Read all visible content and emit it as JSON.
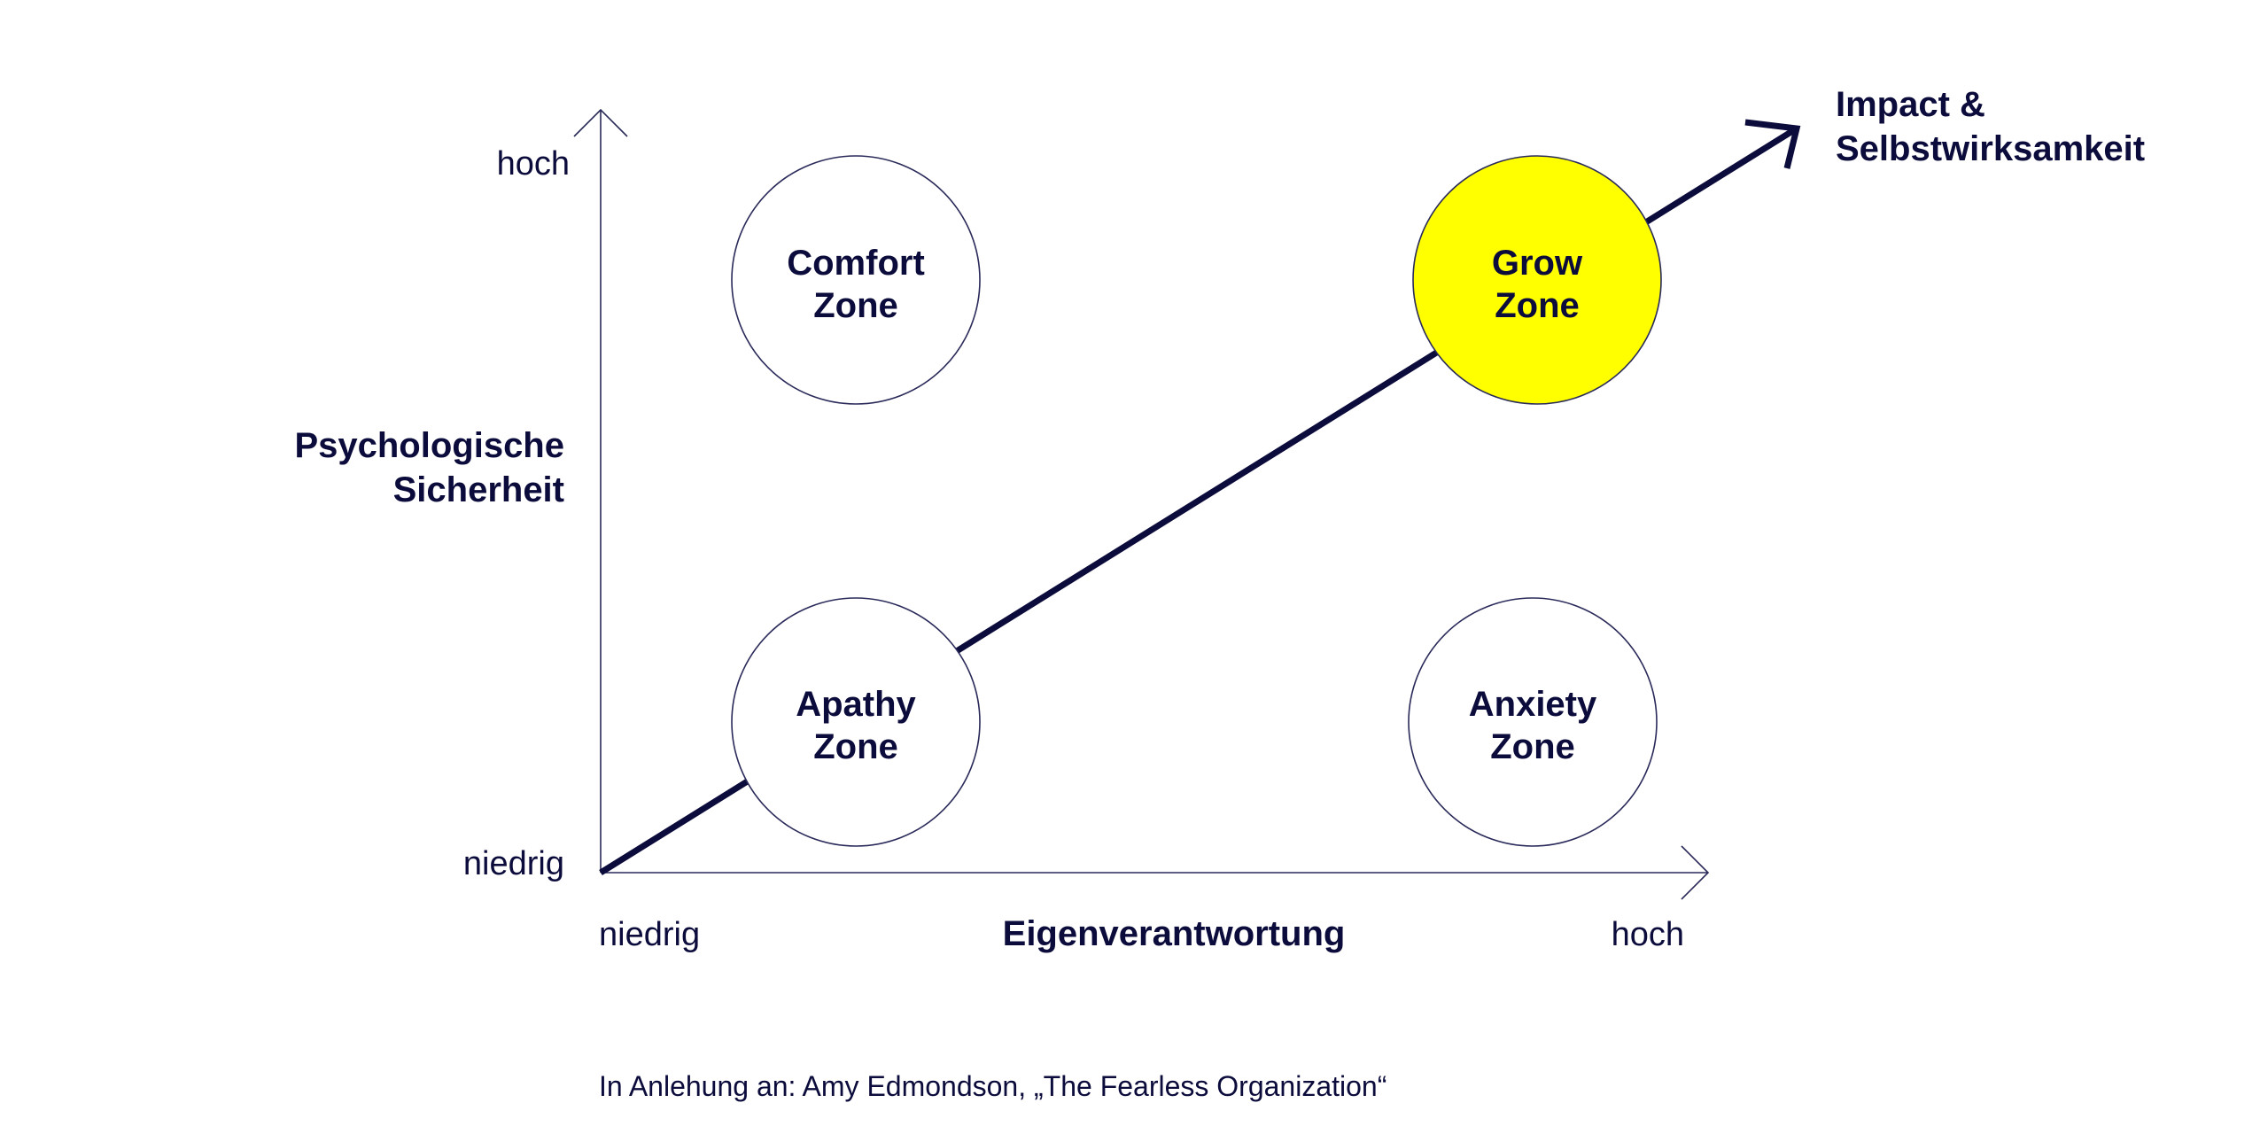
{
  "y_axis": {
    "title_line1": "Psychologische",
    "title_line2": "Sicherheit",
    "high": "hoch",
    "low": "niedrig"
  },
  "x_axis": {
    "title": "Eigenverantwortung",
    "low": "niedrig",
    "high": "hoch"
  },
  "trend": {
    "label_line1": "Impact &",
    "label_line2": "Selbstwirksamkeit"
  },
  "zones": {
    "comfort": {
      "line1": "Comfort",
      "line2": "Zone",
      "fill": "#ffffff"
    },
    "grow": {
      "line1": "Grow",
      "line2": "Zone",
      "fill": "#ffff00"
    },
    "apathy": {
      "line1": "Apathy",
      "line2": "Zone",
      "fill": "#ffffff"
    },
    "anxiety": {
      "line1": "Anxiety",
      "line2": "Zone",
      "fill": "#ffffff"
    }
  },
  "caption": "In Anlehung an: Amy Edmondson, „The Fearless Organization“",
  "colors": {
    "ink": "#0c0c3c",
    "highlight": "#ffff00"
  }
}
